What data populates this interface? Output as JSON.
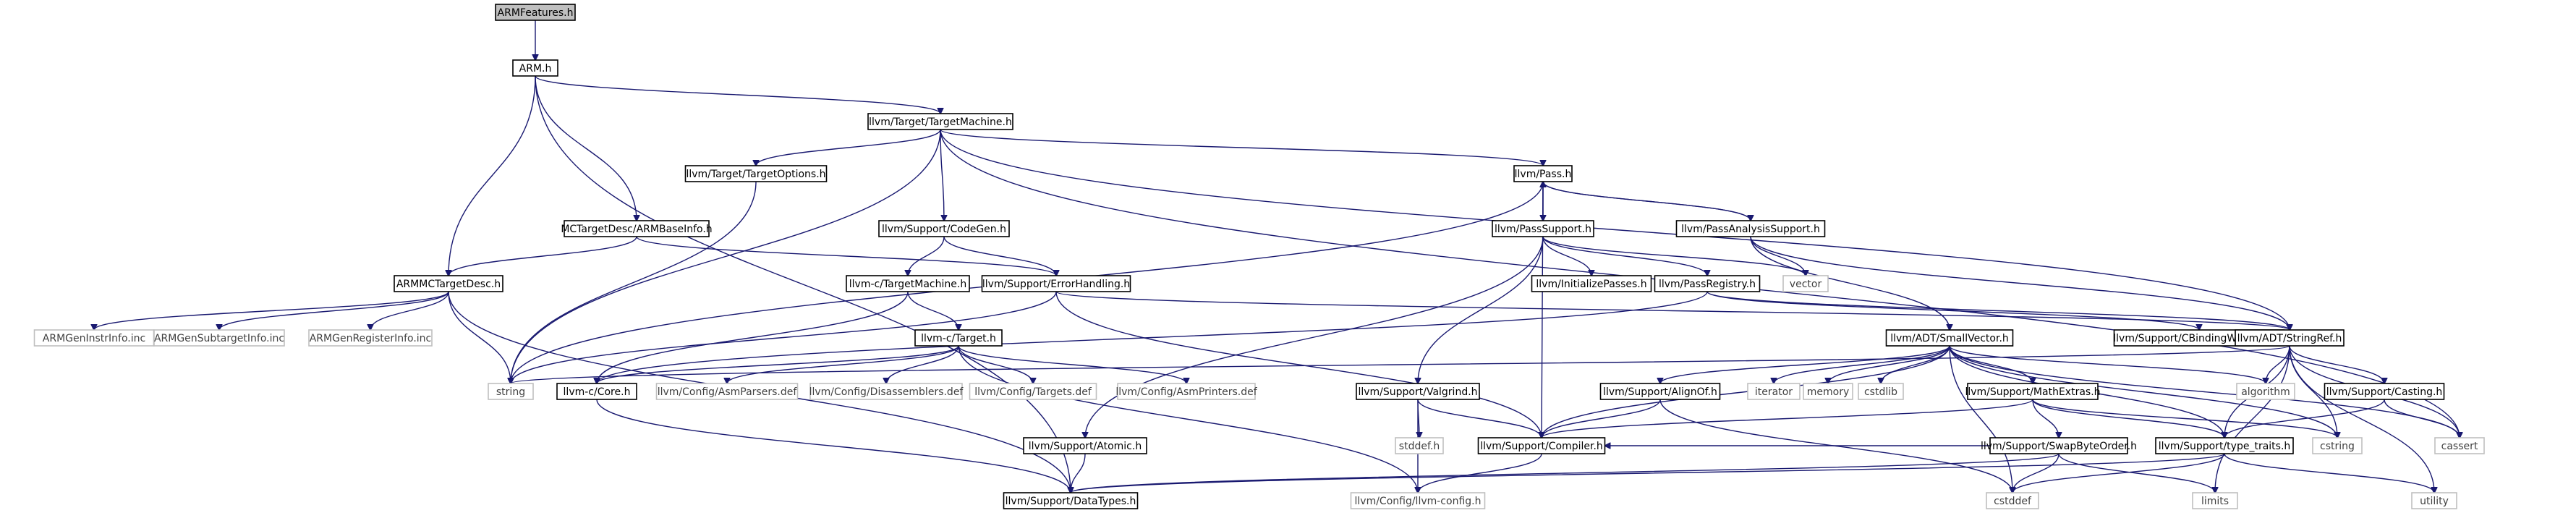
{
  "graph": {
    "nodes": [
      {
        "id": "armfeatures",
        "label": "ARMFeatures.h",
        "kind": "root"
      },
      {
        "id": "arm",
        "label": "ARM.h",
        "kind": "file"
      },
      {
        "id": "targetmachine",
        "label": "llvm/Target/TargetMachine.h",
        "kind": "file"
      },
      {
        "id": "targetoptions",
        "label": "llvm/Target/TargetOptions.h",
        "kind": "file"
      },
      {
        "id": "armbaseinfo",
        "label": "MCTargetDesc/ARMBaseInfo.h",
        "kind": "file"
      },
      {
        "id": "codegen",
        "label": "llvm/Support/CodeGen.h",
        "kind": "file"
      },
      {
        "id": "pass",
        "label": "llvm/Pass.h",
        "kind": "file"
      },
      {
        "id": "passsupport",
        "label": "llvm/PassSupport.h",
        "kind": "file"
      },
      {
        "id": "passanalysis",
        "label": "llvm/PassAnalysisSupport.h",
        "kind": "file"
      },
      {
        "id": "armmctargetdesc",
        "label": "ARMMCTargetDesc.h",
        "kind": "file"
      },
      {
        "id": "c_targetmachine",
        "label": "llvm-c/TargetMachine.h",
        "kind": "file"
      },
      {
        "id": "errorhandling",
        "label": "llvm/Support/ErrorHandling.h",
        "kind": "file"
      },
      {
        "id": "initializepasses",
        "label": "llvm/InitializePasses.h",
        "kind": "file"
      },
      {
        "id": "passregistry",
        "label": "llvm/PassRegistry.h",
        "kind": "file"
      },
      {
        "id": "vector",
        "label": "vector",
        "kind": "ext"
      },
      {
        "id": "cbinding",
        "label": "llvm/Support/CBindingWrapping.h",
        "kind": "file"
      },
      {
        "id": "stringref",
        "label": "llvm/ADT/StringRef.h",
        "kind": "file"
      },
      {
        "id": "smallvector",
        "label": "llvm/ADT/SmallVector.h",
        "kind": "file"
      },
      {
        "id": "c_target",
        "label": "llvm-c/Target.h",
        "kind": "file"
      },
      {
        "id": "geninstr",
        "label": "ARMGenInstrInfo.inc",
        "kind": "ext"
      },
      {
        "id": "gensubtarget",
        "label": "ARMGenSubtargetInfo.inc",
        "kind": "ext"
      },
      {
        "id": "genregister",
        "label": "ARMGenRegisterInfo.inc",
        "kind": "ext"
      },
      {
        "id": "string",
        "label": "string",
        "kind": "ext"
      },
      {
        "id": "c_core",
        "label": "llvm-c/Core.h",
        "kind": "file"
      },
      {
        "id": "asmparsers",
        "label": "llvm/Config/AsmParsers.def",
        "kind": "ext"
      },
      {
        "id": "disassemblers",
        "label": "llvm/Config/Disassemblers.def",
        "kind": "ext"
      },
      {
        "id": "targetsdef",
        "label": "llvm/Config/Targets.def",
        "kind": "ext"
      },
      {
        "id": "asmprinters",
        "label": "llvm/Config/AsmPrinters.def",
        "kind": "ext"
      },
      {
        "id": "valgrind",
        "label": "llvm/Support/Valgrind.h",
        "kind": "file"
      },
      {
        "id": "alignof",
        "label": "llvm/Support/AlignOf.h",
        "kind": "file"
      },
      {
        "id": "iterator",
        "label": "iterator",
        "kind": "ext"
      },
      {
        "id": "memory",
        "label": "memory",
        "kind": "ext"
      },
      {
        "id": "cstdlib",
        "label": "cstdlib",
        "kind": "ext"
      },
      {
        "id": "mathextras",
        "label": "llvm/Support/MathExtras.h",
        "kind": "file"
      },
      {
        "id": "algorithm",
        "label": "algorithm",
        "kind": "ext"
      },
      {
        "id": "casting",
        "label": "llvm/Support/Casting.h",
        "kind": "file"
      },
      {
        "id": "stddef",
        "label": "stddef.h",
        "kind": "ext"
      },
      {
        "id": "compiler",
        "label": "llvm/Support/Compiler.h",
        "kind": "file"
      },
      {
        "id": "cstring",
        "label": "cstring",
        "kind": "ext"
      },
      {
        "id": "cassert",
        "label": "cassert",
        "kind": "ext"
      },
      {
        "id": "typetraits",
        "label": "llvm/Support/type_traits.h",
        "kind": "file"
      },
      {
        "id": "atomic",
        "label": "llvm/Support/Atomic.h",
        "kind": "file"
      },
      {
        "id": "swapbyteorder",
        "label": "llvm/Support/SwapByteOrder.h",
        "kind": "file"
      },
      {
        "id": "datatypes",
        "label": "llvm/Support/DataTypes.h",
        "kind": "file"
      },
      {
        "id": "llvmconfig",
        "label": "llvm/Config/llvm-config.h",
        "kind": "ext"
      },
      {
        "id": "cstddef",
        "label": "cstddef",
        "kind": "ext"
      },
      {
        "id": "limits",
        "label": "limits",
        "kind": "ext"
      },
      {
        "id": "utility",
        "label": "utility",
        "kind": "ext"
      }
    ],
    "edges": [
      [
        "armfeatures",
        "arm"
      ],
      [
        "arm",
        "targetmachine"
      ],
      [
        "arm",
        "armbaseinfo"
      ],
      [
        "arm",
        "armmctargetdesc"
      ],
      [
        "arm",
        "datatypes"
      ],
      [
        "targetmachine",
        "targetoptions"
      ],
      [
        "targetmachine",
        "codegen"
      ],
      [
        "targetmachine",
        "pass"
      ],
      [
        "targetmachine",
        "stringref"
      ],
      [
        "targetmachine",
        "string"
      ],
      [
        "targetmachine",
        "cassert"
      ],
      [
        "targetoptions",
        "string"
      ],
      [
        "armbaseinfo",
        "armmctargetdesc"
      ],
      [
        "armbaseinfo",
        "errorhandling"
      ],
      [
        "codegen",
        "c_targetmachine"
      ],
      [
        "codegen",
        "errorhandling"
      ],
      [
        "pass",
        "passsupport"
      ],
      [
        "pass",
        "passanalysis"
      ],
      [
        "pass",
        "string"
      ],
      [
        "pass",
        "compiler"
      ],
      [
        "passsupport",
        "pass"
      ],
      [
        "passsupport",
        "initializepasses"
      ],
      [
        "passsupport",
        "passregistry"
      ],
      [
        "passsupport",
        "vector"
      ],
      [
        "passsupport",
        "atomic"
      ],
      [
        "passsupport",
        "valgrind"
      ],
      [
        "passanalysis",
        "pass"
      ],
      [
        "passanalysis",
        "vector"
      ],
      [
        "passanalysis",
        "smallvector"
      ],
      [
        "passanalysis",
        "stringref"
      ],
      [
        "armmctargetdesc",
        "geninstr"
      ],
      [
        "armmctargetdesc",
        "gensubtarget"
      ],
      [
        "armmctargetdesc",
        "genregister"
      ],
      [
        "armmctargetdesc",
        "string"
      ],
      [
        "armmctargetdesc",
        "datatypes"
      ],
      [
        "c_targetmachine",
        "c_target"
      ],
      [
        "c_targetmachine",
        "c_core"
      ],
      [
        "errorhandling",
        "stringref"
      ],
      [
        "errorhandling",
        "compiler"
      ],
      [
        "errorhandling",
        "string"
      ],
      [
        "passregistry",
        "cbinding"
      ],
      [
        "passregistry",
        "stringref"
      ],
      [
        "passregistry",
        "c_core"
      ],
      [
        "stringref",
        "algorithm"
      ],
      [
        "stringref",
        "cassert"
      ],
      [
        "stringref",
        "cstring"
      ],
      [
        "stringref",
        "limits"
      ],
      [
        "stringref",
        "utility"
      ],
      [
        "stringref",
        "string"
      ],
      [
        "stringref",
        "typetraits"
      ],
      [
        "stringref",
        "casting"
      ],
      [
        "smallvector",
        "alignof"
      ],
      [
        "smallvector",
        "compiler"
      ],
      [
        "smallvector",
        "mathextras"
      ],
      [
        "smallvector",
        "typetraits"
      ],
      [
        "smallvector",
        "algorithm"
      ],
      [
        "smallvector",
        "cassert"
      ],
      [
        "smallvector",
        "cstddef"
      ],
      [
        "smallvector",
        "cstdlib"
      ],
      [
        "smallvector",
        "cstring"
      ],
      [
        "smallvector",
        "iterator"
      ],
      [
        "smallvector",
        "memory"
      ],
      [
        "c_target",
        "c_core"
      ],
      [
        "c_target",
        "llvmconfig"
      ],
      [
        "c_target",
        "asmparsers"
      ],
      [
        "c_target",
        "disassemblers"
      ],
      [
        "c_target",
        "targetsdef"
      ],
      [
        "c_target",
        "asmprinters"
      ],
      [
        "c_core",
        "datatypes"
      ],
      [
        "valgrind",
        "compiler"
      ],
      [
        "valgrind",
        "stddef"
      ],
      [
        "valgrind",
        "llvmconfig"
      ],
      [
        "alignof",
        "compiler"
      ],
      [
        "alignof",
        "cstddef"
      ],
      [
        "mathextras",
        "compiler"
      ],
      [
        "mathextras",
        "swapbyteorder"
      ],
      [
        "mathextras",
        "typetraits"
      ],
      [
        "mathextras",
        "cstring"
      ],
      [
        "casting",
        "typetraits"
      ],
      [
        "casting",
        "cassert"
      ],
      [
        "compiler",
        "llvmconfig"
      ],
      [
        "typetraits",
        "datatypes"
      ],
      [
        "typetraits",
        "cstddef"
      ],
      [
        "typetraits",
        "utility"
      ],
      [
        "atomic",
        "datatypes"
      ],
      [
        "swapbyteorder",
        "compiler"
      ],
      [
        "swapbyteorder",
        "datatypes"
      ],
      [
        "swapbyteorder",
        "cstddef"
      ],
      [
        "swapbyteorder",
        "limits"
      ]
    ]
  }
}
